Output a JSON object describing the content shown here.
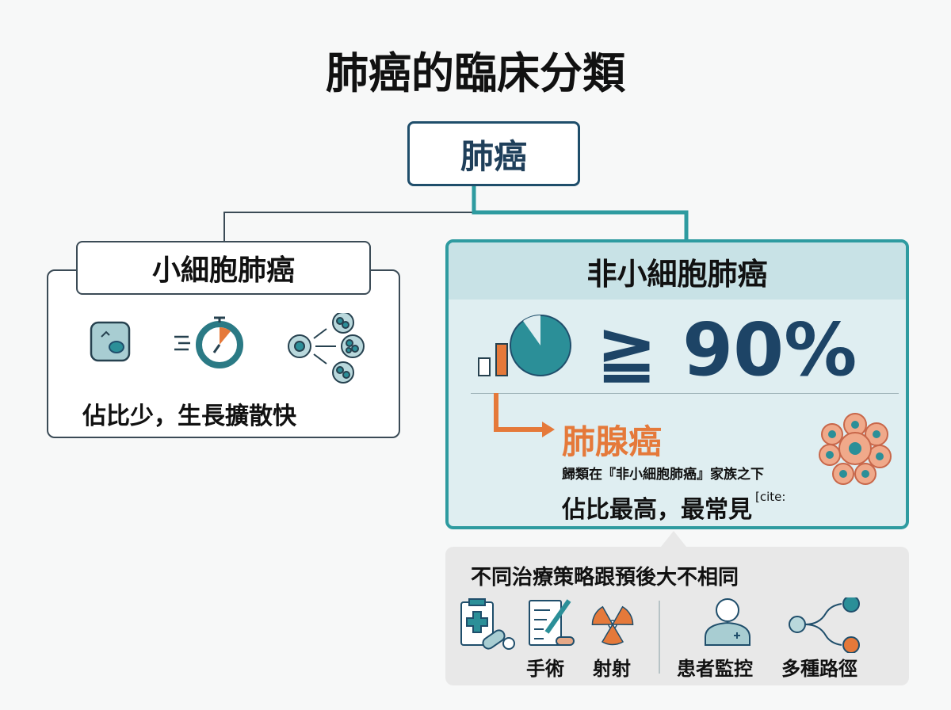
{
  "title": "肺癌的臨床分類",
  "root": {
    "label": "肺癌"
  },
  "small_cell": {
    "label": "小細胞肺癌",
    "icons": [
      "cell-icon",
      "stopwatch-icon",
      "cell-division-icon"
    ],
    "description": "佔比少，生長擴散快"
  },
  "non_small_cell": {
    "label": "非小細胞肺癌",
    "icons": [
      "bar-chart-icon",
      "pie-chart-icon"
    ],
    "share_text": "≧ 90%",
    "share_percent": 90,
    "subtype": {
      "label": "肺腺癌",
      "description": "歸類在『非小細胞肺癌』家族之下",
      "highlight": "佔比最高，最常見",
      "cite": "[cite:"
    }
  },
  "treatment": {
    "title": "不同治療策略跟預後大不相同",
    "items": [
      {
        "icon": "medication-clipboard-icon",
        "label": ""
      },
      {
        "icon": "surgery-checklist-icon",
        "label": "手術"
      },
      {
        "icon": "radiation-icon",
        "label": "射射"
      },
      {
        "icon": "patient-icon",
        "label": "患者監控"
      },
      {
        "icon": "branching-paths-icon",
        "label": "多種路徑"
      }
    ]
  },
  "colors": {
    "navy": "#1f4e6b",
    "teal": "#2e9ba0",
    "orange": "#e5793a",
    "panel": "#dfeef1"
  }
}
